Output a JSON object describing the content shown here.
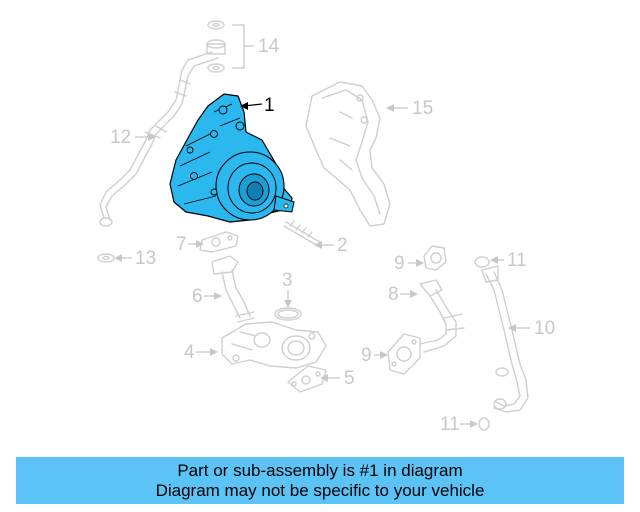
{
  "banner": {
    "line1": "Part or sub-assembly is #1 in diagram",
    "line2": "Diagram may not be specific to your vehicle"
  },
  "callouts": {
    "c1": "1",
    "c2": "2",
    "c3": "3",
    "c4": "4",
    "c5": "5",
    "c6": "6",
    "c7": "7",
    "c8": "8",
    "c9a": "9",
    "c9b": "9",
    "c10": "10",
    "c11a": "11",
    "c11b": "11",
    "c12": "12",
    "c13": "13",
    "c14": "14",
    "c15": "15"
  },
  "colors": {
    "highlight": "#2ab8ef",
    "ghost_line": "#cfcfcf",
    "banner_bg": "#5bc3f5"
  }
}
